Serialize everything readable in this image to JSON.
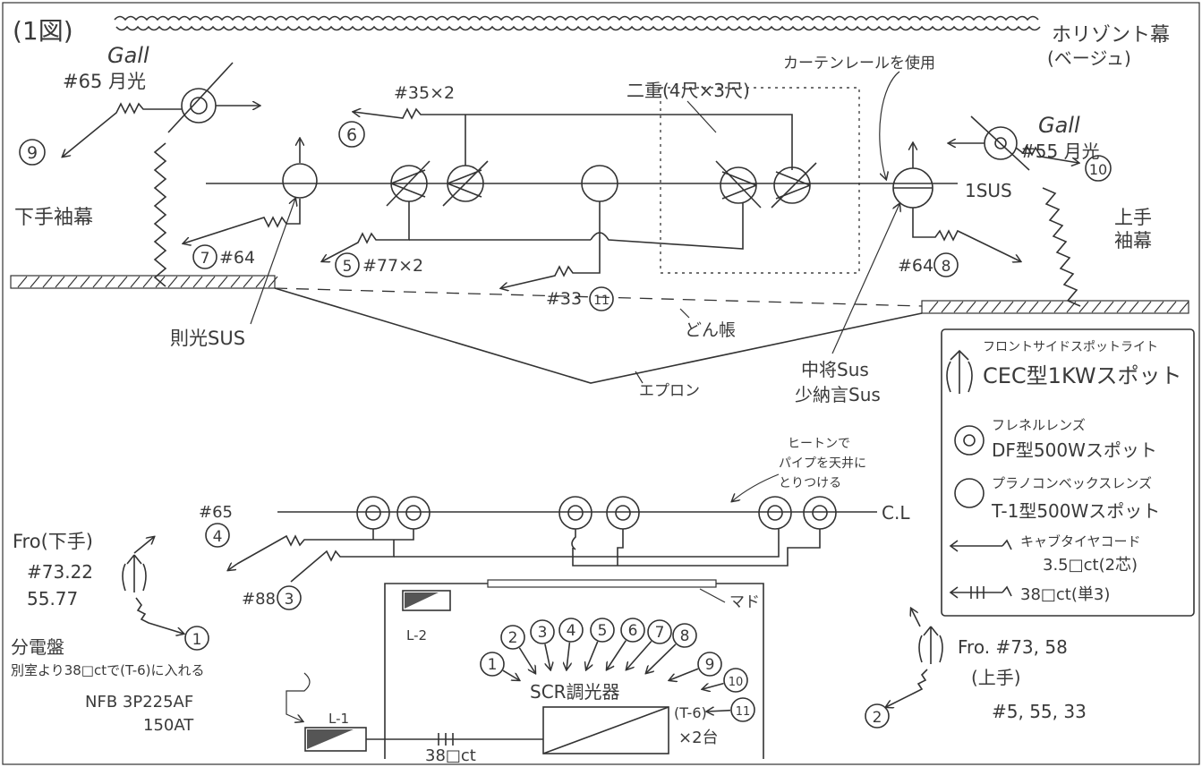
{
  "figure_label": "(1図)",
  "horizont": {
    "line1": "ホリゾント幕",
    "line2": "(ベージュ)"
  },
  "curtain_note": "カーテンレールを使用",
  "nijuu_label": "二重(4尺×3尺)",
  "gall_left": {
    "line1": "Gall",
    "line2": "#65 月光",
    "circuit": "9"
  },
  "gall_right": {
    "line1": "Gall",
    "line2": "#55 月光",
    "circuit": "10"
  },
  "shimote_sodemaku": "下手袖幕",
  "kamite_sodemaku": {
    "line1": "上手",
    "line2": "袖幕"
  },
  "l35": {
    "text": "#35×2",
    "circuit": "6"
  },
  "l64_left": {
    "text": "#64",
    "circuit": "7"
  },
  "l77": {
    "text": "#77×2",
    "circuit": "5"
  },
  "l33": {
    "text": "#33",
    "circuit": "11"
  },
  "l64_right": {
    "text": "#64",
    "circuit": "8"
  },
  "sus_1": "1SUS",
  "sokko_sus": "則光SUS",
  "donchou": "どん帳",
  "apron": "エプロン",
  "chuusho_sus": {
    "line1": "中将Sus",
    "line2": "少納言Sus"
  },
  "legend": {
    "front_spot": {
      "line1": "フロントサイドスポットライト",
      "line2": "CEC型1KWスポット"
    },
    "fresnel": {
      "line1": "フレネルレンズ",
      "line2": "DF型500Wスポット"
    },
    "planoconvex": {
      "line1": "プラノコンベックスレンズ",
      "line2": "T-1型500Wスポット"
    },
    "cabtire": {
      "line1": "キャブタイヤコード",
      "line2": "3.5□ct(2芯)"
    },
    "ct38": "38□ct(単3)"
  },
  "heaton_note": {
    "line1": "ヒートンで",
    "line2": "パイプを天井に",
    "line3": "とりつける"
  },
  "cl_label": "C.L",
  "l65_bottom": {
    "text": "#65",
    "circuit": "4"
  },
  "l88": {
    "text": "#88",
    "circuit": "3"
  },
  "fro_shimote": {
    "line1": "Fro(下手)",
    "line2": "#73.22",
    "line3": "55.77",
    "circuit": "1"
  },
  "fro_kamite": {
    "line1": "Fro. #73, 58",
    "line2": "(上手)",
    "line3": "#5, 55, 33",
    "circuit": "2"
  },
  "window_label": "マド",
  "l2_label": "L-2",
  "l1_label": "L-1",
  "bunden": {
    "line1": "分電盤",
    "line2": "別室より38□ctで(T-6)に入れる",
    "line3": "NFB 3P225AF",
    "line4": "150AT"
  },
  "ct38_bottom": "38□ct",
  "scr_label": "SCR調光器",
  "t6": {
    "line1": "(T-6)",
    "line2": "×2台"
  },
  "scr_inputs": [
    "1",
    "2",
    "3",
    "4",
    "5",
    "6",
    "7",
    "8",
    "9",
    "10",
    "11"
  ]
}
